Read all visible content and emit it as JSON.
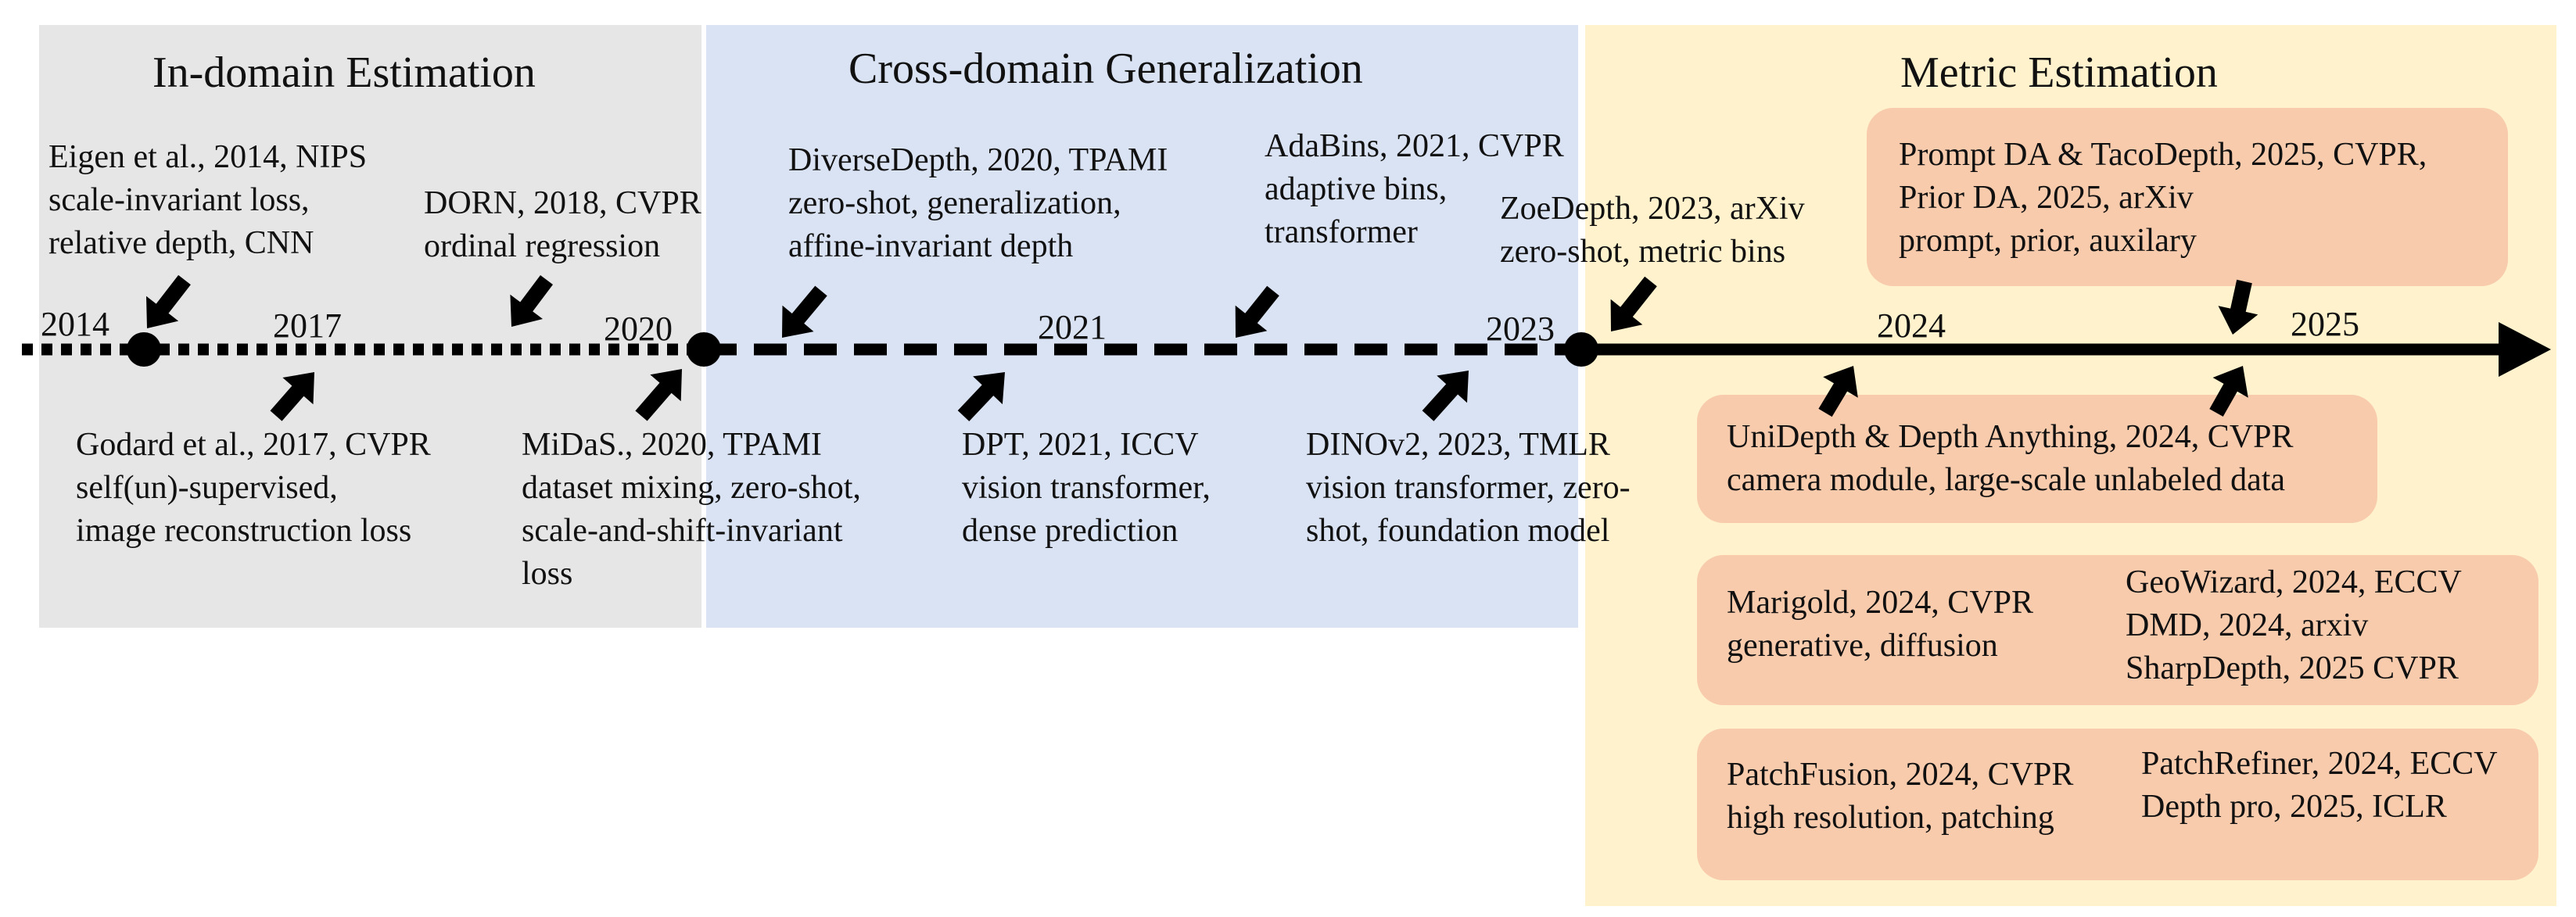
{
  "sections": {
    "in_domain": "In-domain Estimation",
    "cross_domain": "Cross-domain Generalization",
    "metric": "Metric Estimation"
  },
  "years": {
    "y2014": "2014",
    "y2017": "2017",
    "y2020": "2020",
    "y2021": "2021",
    "y2023": "2023",
    "y2024": "2024",
    "y2025": "2025"
  },
  "works": {
    "eigen": [
      "Eigen et al., 2014, NIPS",
      "scale-invariant loss,",
      "relative depth, CNN"
    ],
    "dorn": [
      "DORN, 2018, CVPR",
      "ordinal regression"
    ],
    "godard": [
      "Godard et al., 2017, CVPR",
      "self(un)-supervised,",
      "image reconstruction loss"
    ],
    "midas": [
      "MiDaS., 2020, TPAMI",
      "dataset mixing, zero-shot,",
      "scale-and-shift-invariant",
      "loss"
    ],
    "diversedepth": [
      "DiverseDepth, 2020, TPAMI",
      "zero-shot, generalization,",
      "affine-invariant depth"
    ],
    "adabins": [
      "AdaBins, 2021, CVPR",
      "adaptive bins,",
      "transformer"
    ],
    "dpt": [
      "DPT, 2021, ICCV",
      "vision transformer,",
      "dense prediction"
    ],
    "dinov2": [
      "DINOv2, 2023, TMLR",
      "vision transformer, zero-",
      "shot, foundation model"
    ],
    "zoedepth": [
      "ZoeDepth, 2023, arXiv",
      "zero-shot, metric bins"
    ],
    "prompt": [
      "Prompt DA & TacoDepth, 2025, CVPR,",
      "Prior DA, 2025, arXiv",
      "prompt, prior, auxilary"
    ],
    "unidepth": [
      "UniDepth & Depth Anything, 2024, CVPR",
      "camera module, large-scale unlabeled data"
    ],
    "marigold": [
      "Marigold, 2024, CVPR",
      "generative, diffusion"
    ],
    "geowizard": [
      "GeoWizard, 2024, ECCV",
      "DMD, 2024, arxiv",
      "SharpDepth, 2025 CVPR"
    ],
    "patchfusion": [
      "PatchFusion, 2024, CVPR",
      "high resolution, patching"
    ],
    "patchrefiner": [
      "PatchRefiner, 2024, ECCV",
      "Depth pro, 2025, ICLR"
    ]
  },
  "colors": {
    "in_domain_bg": "#e6e6e6",
    "cross_domain_bg": "#dae3f3",
    "metric_bg": "#fff2cc",
    "box_bg": "#f8cbad",
    "timeline": "#000000"
  },
  "timeline_styles": [
    "dotted",
    "dashed",
    "solid"
  ]
}
